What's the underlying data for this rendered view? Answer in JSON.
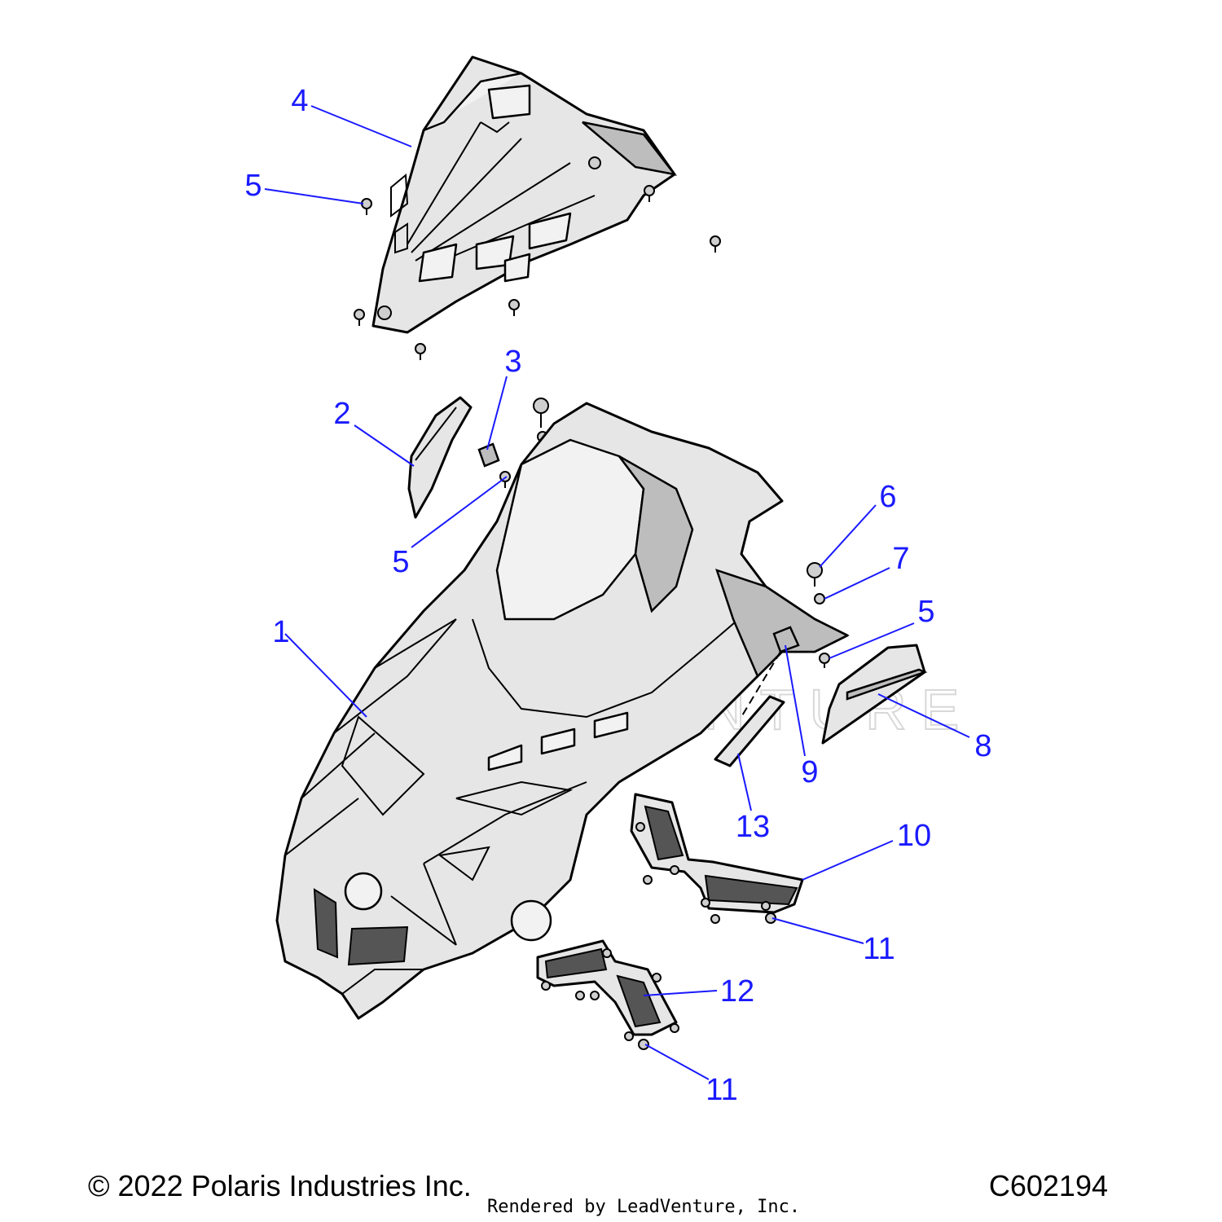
{
  "diagram": {
    "watermark_text": "LEADVENTURE",
    "callouts": [
      {
        "id": "c4",
        "label": "4"
      },
      {
        "id": "c5a",
        "label": "5"
      },
      {
        "id": "c3",
        "label": "3"
      },
      {
        "id": "c2",
        "label": "2"
      },
      {
        "id": "c5b",
        "label": "5"
      },
      {
        "id": "c6",
        "label": "6"
      },
      {
        "id": "c7",
        "label": "7"
      },
      {
        "id": "c5c",
        "label": "5"
      },
      {
        "id": "c1",
        "label": "1"
      },
      {
        "id": "c8",
        "label": "8"
      },
      {
        "id": "c9",
        "label": "9"
      },
      {
        "id": "c13",
        "label": "13"
      },
      {
        "id": "c10",
        "label": "10"
      },
      {
        "id": "c11a",
        "label": "11"
      },
      {
        "id": "c12",
        "label": "12"
      },
      {
        "id": "c11b",
        "label": "11"
      }
    ]
  },
  "footer": {
    "copyright": "© 2022 Polaris Industries Inc.",
    "rendered_by": "Rendered by LeadVenture, Inc.",
    "diagram_code": "C602194"
  },
  "colors": {
    "callout": "#1a1aff",
    "line": "#000000",
    "background": "#ffffff"
  }
}
